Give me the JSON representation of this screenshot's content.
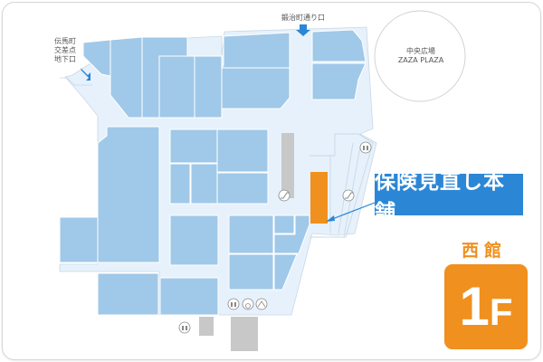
{
  "map": {
    "building": "西館",
    "floor": {
      "number": "1",
      "unit": "F"
    },
    "highlighted_store": {
      "name": "保険見直し本舗",
      "color": "#f0901e"
    },
    "callout_color": "#2b87d6",
    "entrances": [
      {
        "label": "伝馬町\n交差点\n地下口",
        "line1": "伝馬町",
        "line2": "交差点",
        "line3": "地下口"
      },
      {
        "label": "鍛治町通り口"
      }
    ],
    "landmarks": [
      {
        "label_ja": "中央広場",
        "label_en": "ZAZA PLAZA"
      }
    ],
    "facility_icons": [
      "escalator-icon",
      "escalator-icon",
      "restroom-icon",
      "restroom-icon",
      "wheelchair-icon",
      "baby-care-icon",
      "restroom-icon"
    ],
    "colors": {
      "store": "#a0c8e8",
      "corridor": "#e6f1fb",
      "service": "#c8c8c8",
      "border": "#ffffff"
    }
  }
}
